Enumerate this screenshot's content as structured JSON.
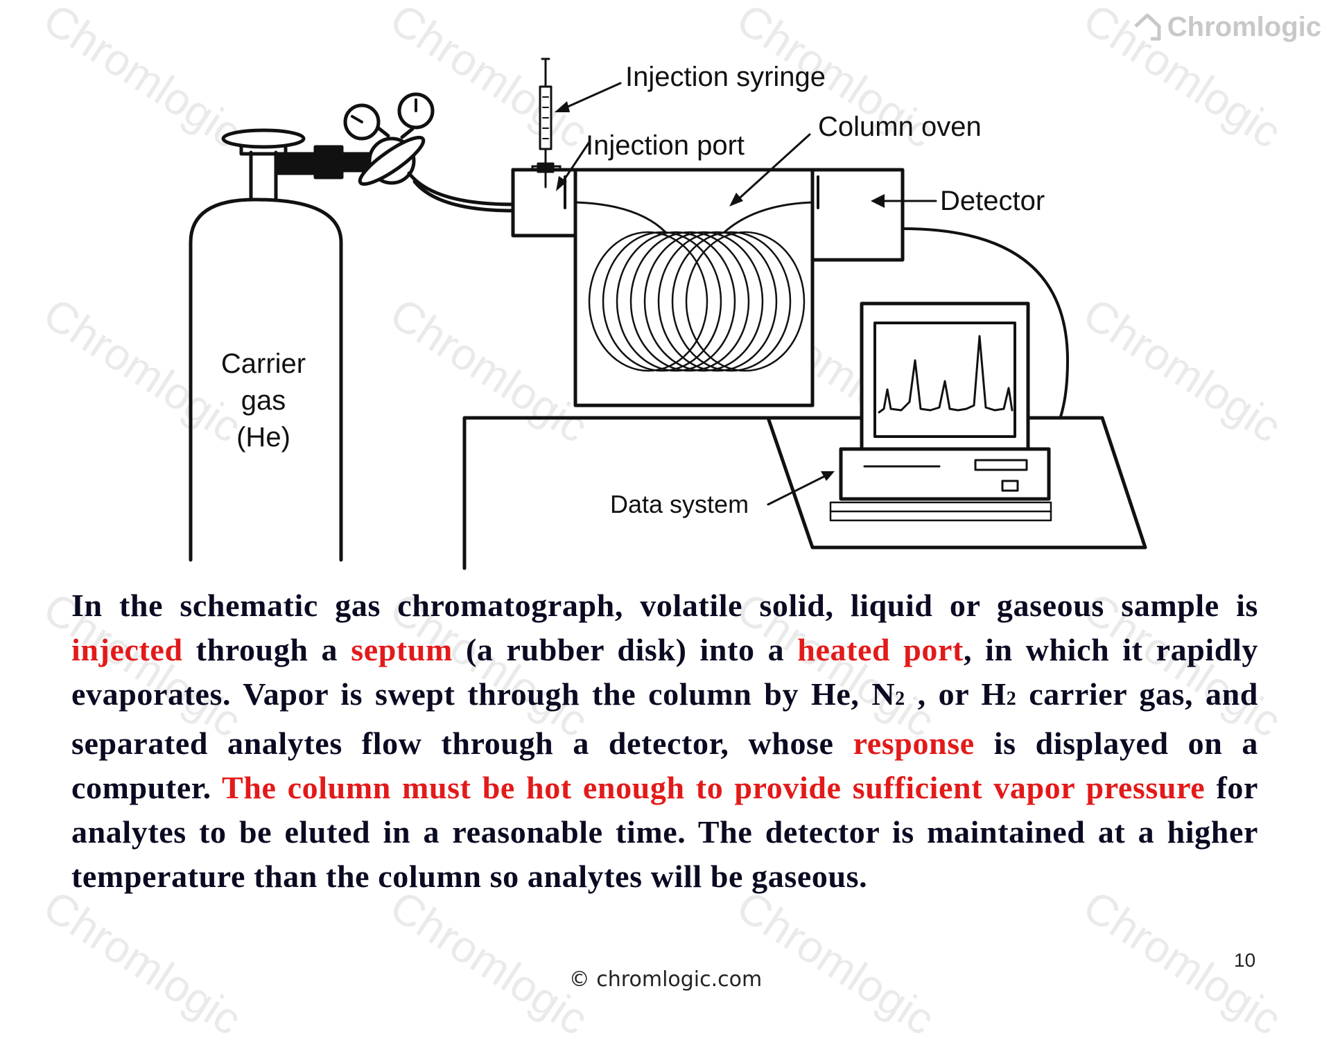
{
  "watermark_text": "Chromlogic",
  "logo_text": "Chromlogic",
  "diagram": {
    "labels": {
      "injection_syringe": "Injection syringe",
      "injection_port": "Injection port",
      "column_oven": "Column oven",
      "detector": "Detector",
      "carrier_gas_line1": "Carrier",
      "carrier_gas_line2": "gas",
      "carrier_gas_line3": "(He)",
      "data_system": "Data system"
    }
  },
  "paragraph": {
    "t1": "In the schematic gas chromatograph, volatile solid, liquid or gaseous sample is ",
    "h1": "injected",
    "t2": " through a ",
    "h2": "septum",
    "t3": " (a rubber disk) into a ",
    "h3": "heated port",
    "t4": ", in which it rapidly evaporates. Vapor is swept through the column by He, N",
    "s1": "2",
    "t5": " , or H",
    "s2": "2",
    "t6": "  carrier gas, and separated analytes flow through a detector, whose ",
    "h4": "response",
    "t7": " is displayed on a computer. ",
    "h5": "The column must be hot enough to provide sufficient vapor pressure",
    "t8": " for analytes to be eluted in a reasonable time. The detector is maintained at a higher temperature than the column so analytes will be gaseous."
  },
  "page_number": "10",
  "copyright": "© chromlogic.com",
  "colors": {
    "highlight": "#e31a1a",
    "body_text": "#0a0a22",
    "watermark": "#eaeaea"
  }
}
